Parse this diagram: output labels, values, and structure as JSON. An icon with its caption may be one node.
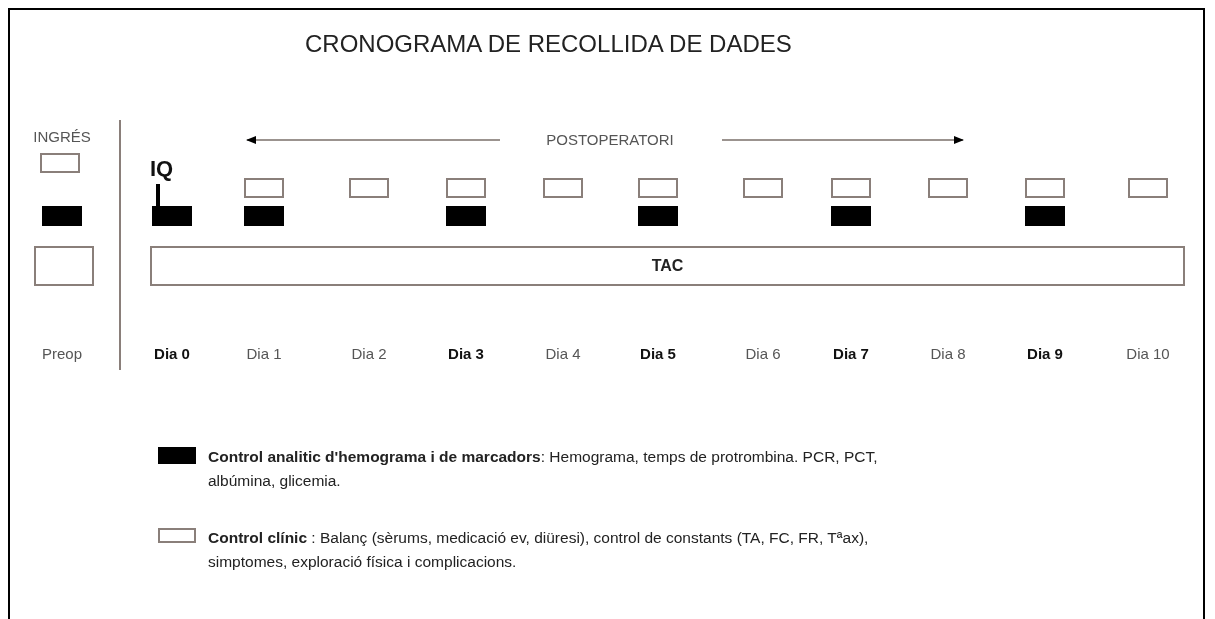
{
  "diagram": {
    "title": "CRONOGRAMA DE RECOLLIDA DE DADES",
    "nodes": [
      {
        "text": [],
        "shape": "box"
      },
      {
        "text": [
          "IQ"
        ]
      },
      {
        "text": [],
        "shape": "box"
      },
      {
        "text": [],
        "shape": "box"
      },
      {
        "text": [],
        "shape": "box"
      },
      {
        "text": [],
        "shape": "box"
      },
      {
        "text": [],
        "shape": "box"
      },
      {
        "text": [],
        "shape": "box"
      },
      {
        "text": [],
        "shape": "box"
      },
      {
        "text": [],
        "shape": "box"
      },
      {
        "text": [],
        "shape": "box"
      },
      {
        "text": [],
        "shape": "box"
      },
      {
        "text": [],
        "shape": "bar"
      },
      {
        "text": [],
        "shape": "bar"
      },
      {
        "text": [],
        "shape": "bar"
      },
      {
        "text": [],
        "shape": "bar"
      },
      {
        "text": [],
        "shape": "bar"
      },
      {
        "text": [],
        "shape": "bar"
      },
      {
        "text": [],
        "shape": "bar"
      },
      {
        "text": [],
        "shape": "box"
      },
      {
        "text": [
          "TAC"
        ]
      }
    ],
    "edges": [
      {
        "from": 1,
        "to": 13,
        "arrow": "none"
      }
    ],
    "labels": [
      "INGRÉS",
      "POSTOPERATORI",
      "Preop",
      "Dia 0",
      "Dia 1",
      "Dia 2",
      "Dia 3",
      "Dia 4",
      "Dia 5",
      "Dia 6",
      "Dia 7",
      "Dia 8",
      "Dia 9",
      "Dia 10"
    ],
    "legend": [
      {
        "text": "**Control analitic d'hemograma i de marcadors**: Hemograma, temps de protrombina. PCR, PCT, albúmina, glicemia.",
        "color": "#000000"
      },
      {
        "text": "**Control clínic** : Balanç (sèrums, medicació ev, diüresi), control de constants (TA, FC, FR, Tªax), simptomes, exploració física i complicacions."
      }
    ]
  }
}
